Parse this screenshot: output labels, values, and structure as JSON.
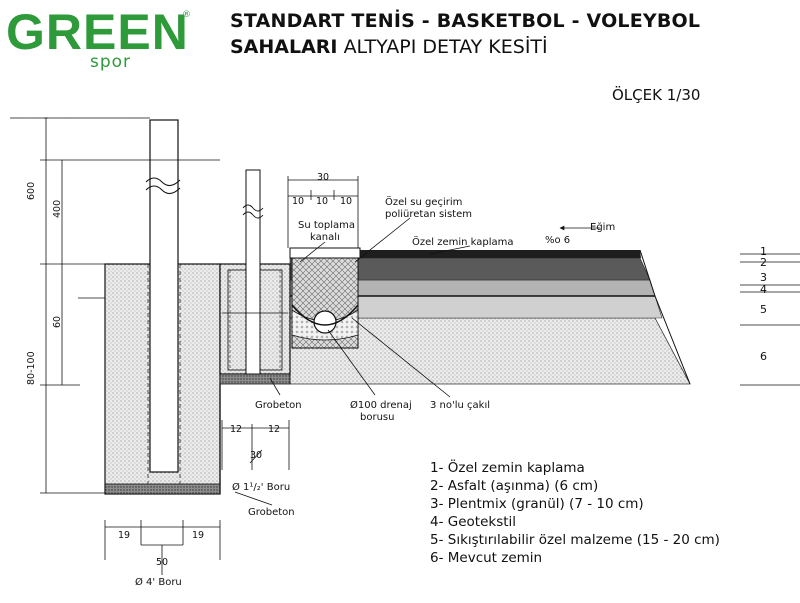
{
  "logo": {
    "brand": "GREEN",
    "sub": "spor",
    "registered": "®"
  },
  "title": {
    "line1": "STANDART TENİS - BASKETBOL - VOLEYBOL",
    "line2_bold": "SAHALARI",
    "line2_rest": "ALTYAPI DETAY KESİTİ",
    "scale": "ÖLÇEK 1/30"
  },
  "colors": {
    "logo_green": "#2e9a3a",
    "surface": "#1e1e1e",
    "asphalt": "#5a5a5a",
    "plentmix": "#b3b3b3",
    "subgrade": "#e4e4e4",
    "concrete": "#ececec",
    "line": "#111111"
  },
  "callouts": {
    "cap30": "30",
    "cap10a": "10",
    "cap10b": "10",
    "cap10c": "10",
    "channel": "Su toplama\nkanalı",
    "membrane": "Özel su geçirim\npoliüretan sistem",
    "surface": "Özel zemin kaplama",
    "slope_label": "Eğim",
    "slope_value": "%o 6",
    "grobeton_top": "Grobeton",
    "drain_pipe": "Ø100 drenaj\nborusu",
    "gravel": "3 no'lu çakıl",
    "grobeton_bottom": "Grobeton",
    "sleeve_pipe": "Ø 1¹/₂' Boru",
    "post_pipe": "Ø 4' Boru"
  },
  "dims": {
    "d600": "600",
    "d400": "400",
    "d60": "60",
    "d80_100": "80-100",
    "d12a": "12",
    "d12b": "12",
    "d30": "30",
    "d19a": "19",
    "d19b": "19",
    "d50": "50"
  },
  "layer_index": [
    "1",
    "2",
    "3",
    "4",
    "5",
    "6"
  ],
  "legend": [
    "1- Özel zemin kaplama",
    "2- Asfalt (aşınma) (6 cm)",
    "3- Plentmix (granül) (7 - 10 cm)",
    "4- Geotekstil",
    "5- Sıkıştırılabilir özel malzeme (15 - 20 cm)",
    "6- Mevcut zemin"
  ]
}
